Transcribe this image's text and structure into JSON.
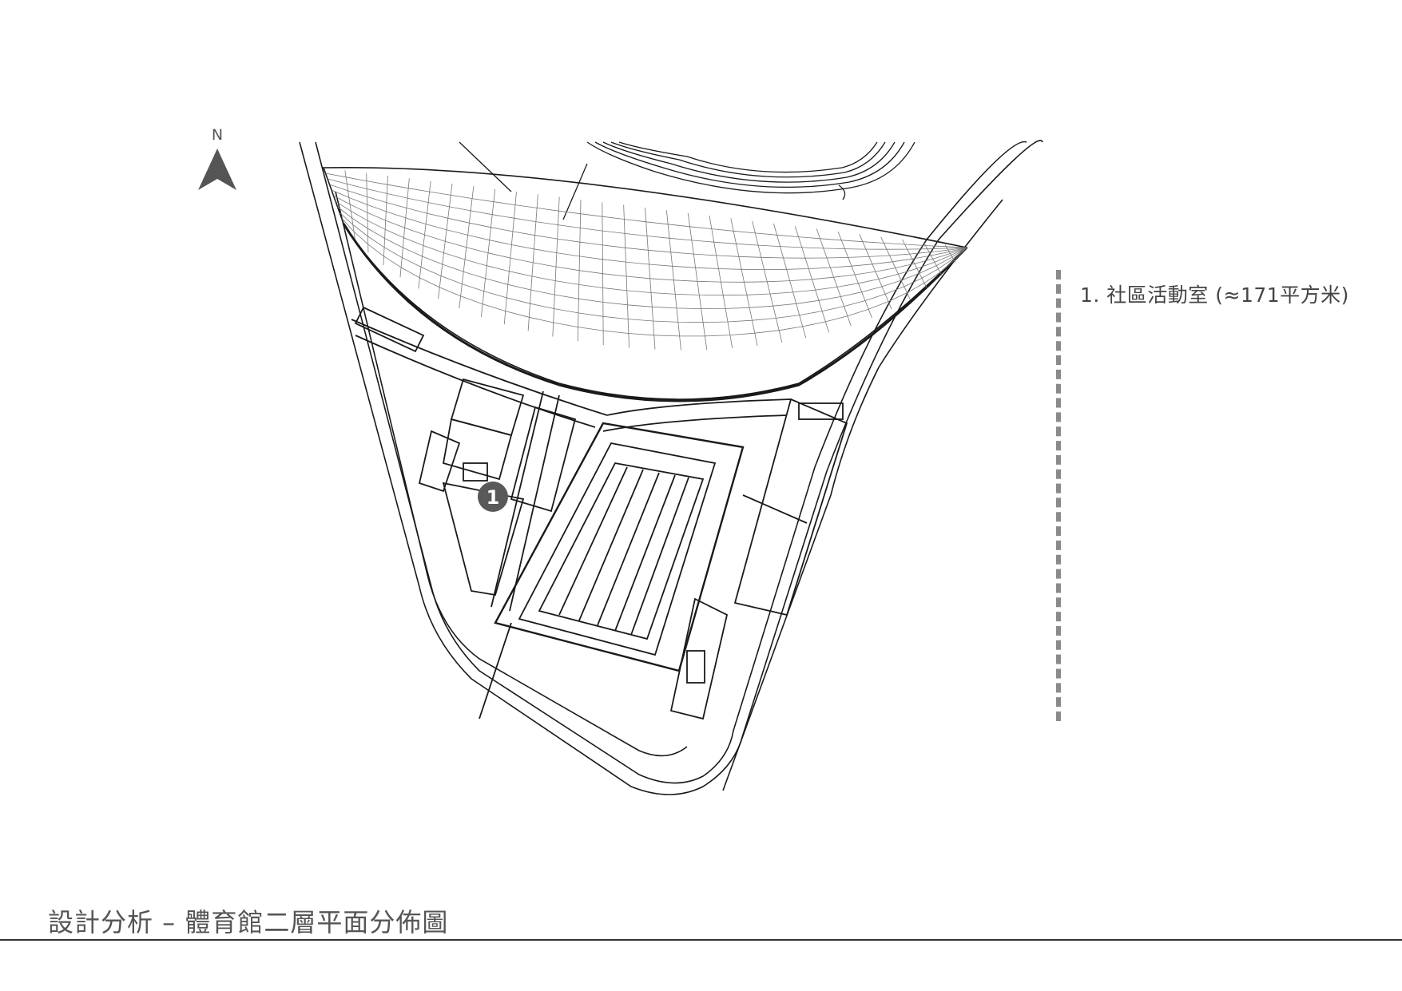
{
  "compass": {
    "label": "N",
    "icon": "north-arrow-icon"
  },
  "legend": {
    "items": [
      {
        "text": "1. 社區活動室 (≈171平方米)"
      }
    ]
  },
  "markers": [
    {
      "label": "1",
      "color": "#595959"
    }
  ],
  "footer": {
    "title": "設計分析 – 體育館二層平面分佈圖"
  },
  "colors": {
    "line": "#1a1a1a",
    "grid": "#6d6d6d",
    "marker": "#595959",
    "legend_bar": "#8a8a8a"
  }
}
